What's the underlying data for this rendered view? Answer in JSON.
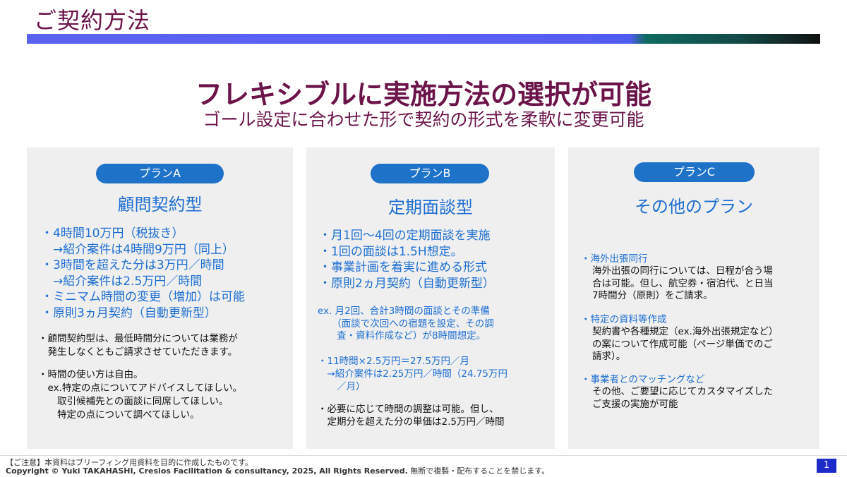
{
  "header": {
    "title": "ご契約方法"
  },
  "hero": {
    "headline": "フレキシブルに実施方法の選択が可能",
    "subline": "ゴール設定に合わせた形で契約の形式を柔軟に変更可能"
  },
  "planA": {
    "badge": "プランA",
    "title": "顧問契約型",
    "bullets": [
      "・4時間10万円（税抜き）",
      "　→紹介案件は4時間9万円（同上）",
      "・3時間を超えた分は3万円／時間",
      "　→紹介案件は2.5万円／時間",
      "・ミニマム時間の変更（増加）は可能",
      "・原則3ヵ月契約（自動更新型）"
    ],
    "notes": [
      "・顧問契約型は、最低時間分については業務が",
      "　発生しなくともご請求させていただきます。",
      "",
      "・時間の使い方は自由。",
      "　ex.特定の点についてアドバイスしてほしい。",
      "　　取引候補先との面談に同席してほしい。",
      "　　特定の点について調べてほしい。"
    ]
  },
  "planB": {
    "badge": "プランB",
    "title": "定期面談型",
    "bullets": [
      "・月1回～4回の定期面談を実施",
      "・1回の面談は1.5H想定。",
      "・事業計画を着実に進める形式",
      "・原則2ヵ月契約（自動更新型）"
    ],
    "example": [
      "ex. 月2回、合計3時間の面談とその準備",
      "　　（面談で次回への宿題を設定、その調",
      "　　査・資料作成など）が8時間想定。"
    ],
    "pricing": [
      "・11時間×2.5万円＝27.5万円／月",
      "　→紹介案件は2.25万円／時間（24.75万円",
      "　　／月）"
    ],
    "notes": [
      "・必要に応じて時間の調整は可能。但し、",
      "　定期分を超えた分の単価は2.5万円／時間"
    ]
  },
  "planC": {
    "badge": "プランC",
    "title": "その他のプラン",
    "sections": [
      {
        "heading": "・海外出張同行",
        "lines": [
          "海外出張の同行については、日程が合う場",
          "合は可能。但し、航空券・宿泊代、と日当",
          "7時間分（原則）をご請求。"
        ]
      },
      {
        "heading": "・特定の資料等作成",
        "lines": [
          "契約書や各種規定（ex.海外出張規定など）",
          "の案について作成可能（ページ単価でのご",
          "請求）。"
        ]
      },
      {
        "heading": "・事業者とのマッチングなど",
        "lines": [
          "その他、ご要望に応じてカスタマイズした",
          "ご支援の実施が可能"
        ]
      }
    ]
  },
  "footer": {
    "disclaimer": "【ご注意】本資料はブリーフィング用資料を目的に作成したものです。",
    "copyright_bold": "Copyright © Yuki TAKAHASHI, Cresios Facilitation & consultancy, 2025, All Rights Reserved.",
    "copyright_rest": " 無断で複製・配布することを禁じます。",
    "page_number": "1"
  },
  "colors": {
    "title": "#6b1449",
    "accent_blue": "#1e6ed1",
    "badge_blue": "#1e72c8",
    "card_bg": "#efefef"
  }
}
